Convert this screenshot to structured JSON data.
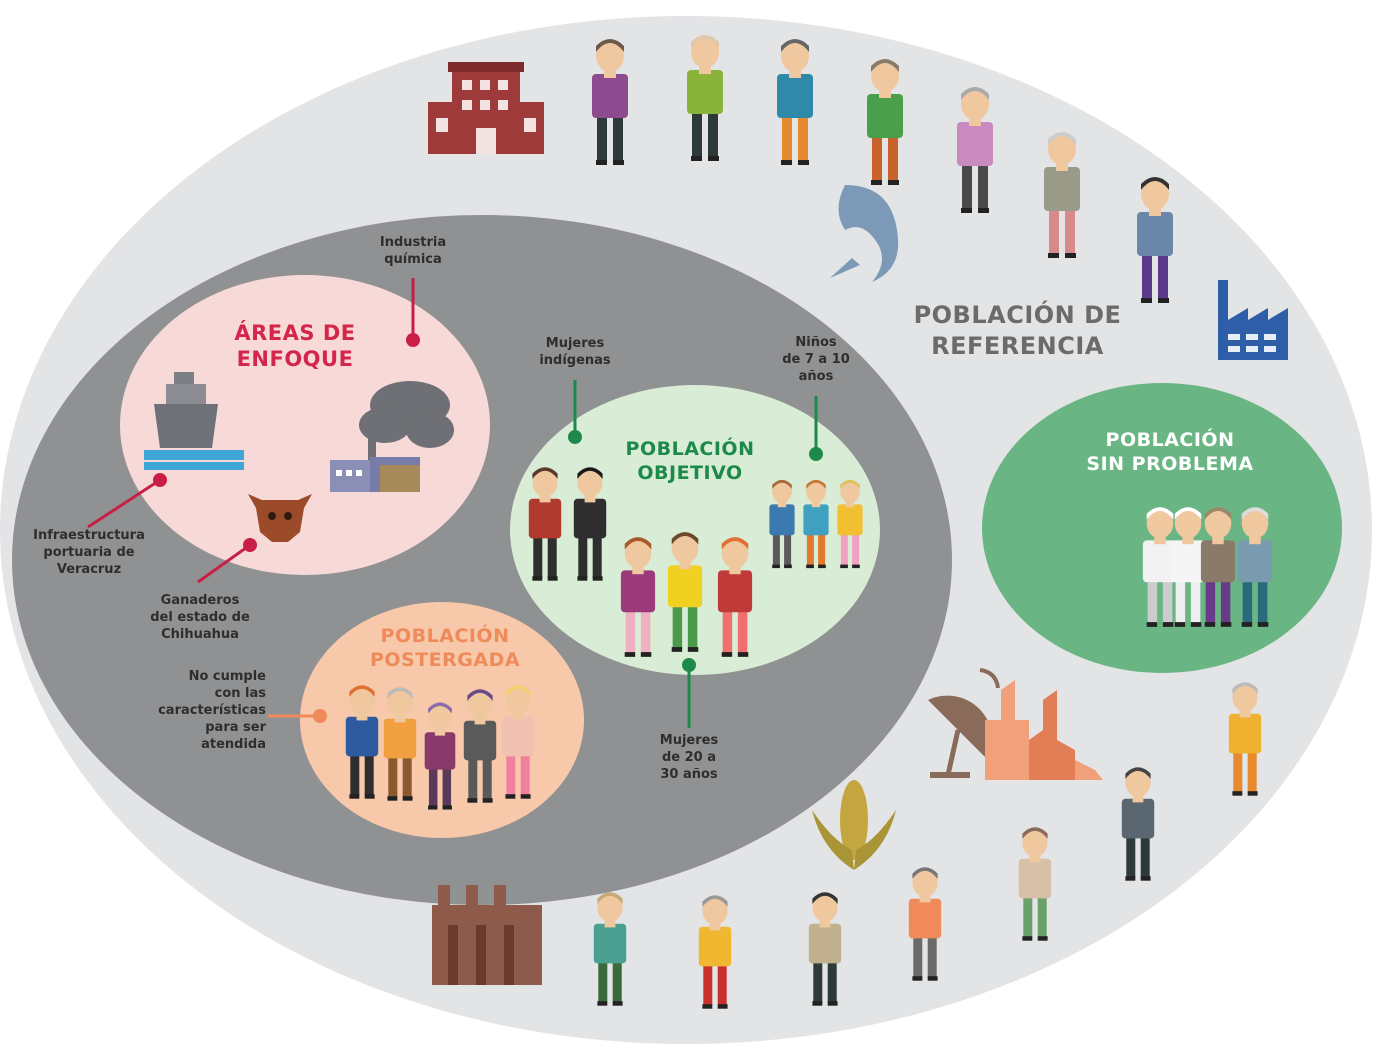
{
  "diagram": {
    "reference": {
      "title_line1": "POBLACIÓN DE",
      "title_line2": "REFERENCIA"
    },
    "focus_areas": {
      "title_line1": "ÁREAS DE",
      "title_line2": "ENFOQUE"
    },
    "target": {
      "title_line1": "POBLACIÓN",
      "title_line2": "OBJETIVO"
    },
    "postponed": {
      "title_line1": "POBLACIÓN",
      "title_line2": "POSTERGADA"
    },
    "no_problem": {
      "title_line1": "POBLACIÓN",
      "title_line2": "SIN PROBLEMA"
    },
    "annotations": {
      "chemical_industry": [
        "Industria",
        "química"
      ],
      "port_infrastructure": [
        "Infraestructura",
        "portuaria de",
        "Veracruz"
      ],
      "ranchers": [
        "Ganaderos",
        "del estado de",
        "Chihuahua"
      ],
      "indigenous_women": [
        "Mujeres",
        "indígenas"
      ],
      "children": [
        "Niños",
        "de 7 a 10",
        "años"
      ],
      "women_20_30": [
        "Mujeres",
        "de 20 a",
        "30 años"
      ],
      "not_meeting": [
        "No cumple",
        "con las",
        "características",
        "para ser",
        "atendida"
      ]
    }
  },
  "colors": {
    "outer_ellipse": "#e3e4e6",
    "inner_ellipse": "#909193",
    "focus_circle": "#f7d9d7",
    "focus_title": "#d3264a",
    "target_circle": "#d8ecd6",
    "target_title": "#1e8a4a",
    "postponed_circle": "#f7c8aa",
    "postponed_title": "#ef8a5a",
    "no_problem_circle": "#6ab584",
    "no_problem_title": "#ffffff",
    "reference_title": "#6b6b6b",
    "leader_red": "#c91f46",
    "leader_green": "#1e8a4a",
    "leader_orange": "#ef8a5a"
  },
  "icons": [
    "building-icon",
    "fish-icon",
    "factory-icon",
    "ship-icon",
    "cow-icon",
    "smoke-factory-icon",
    "satellite-dish-icon",
    "ruins-icon",
    "corn-icon",
    "chimney-factory-icon",
    "person-icon"
  ]
}
